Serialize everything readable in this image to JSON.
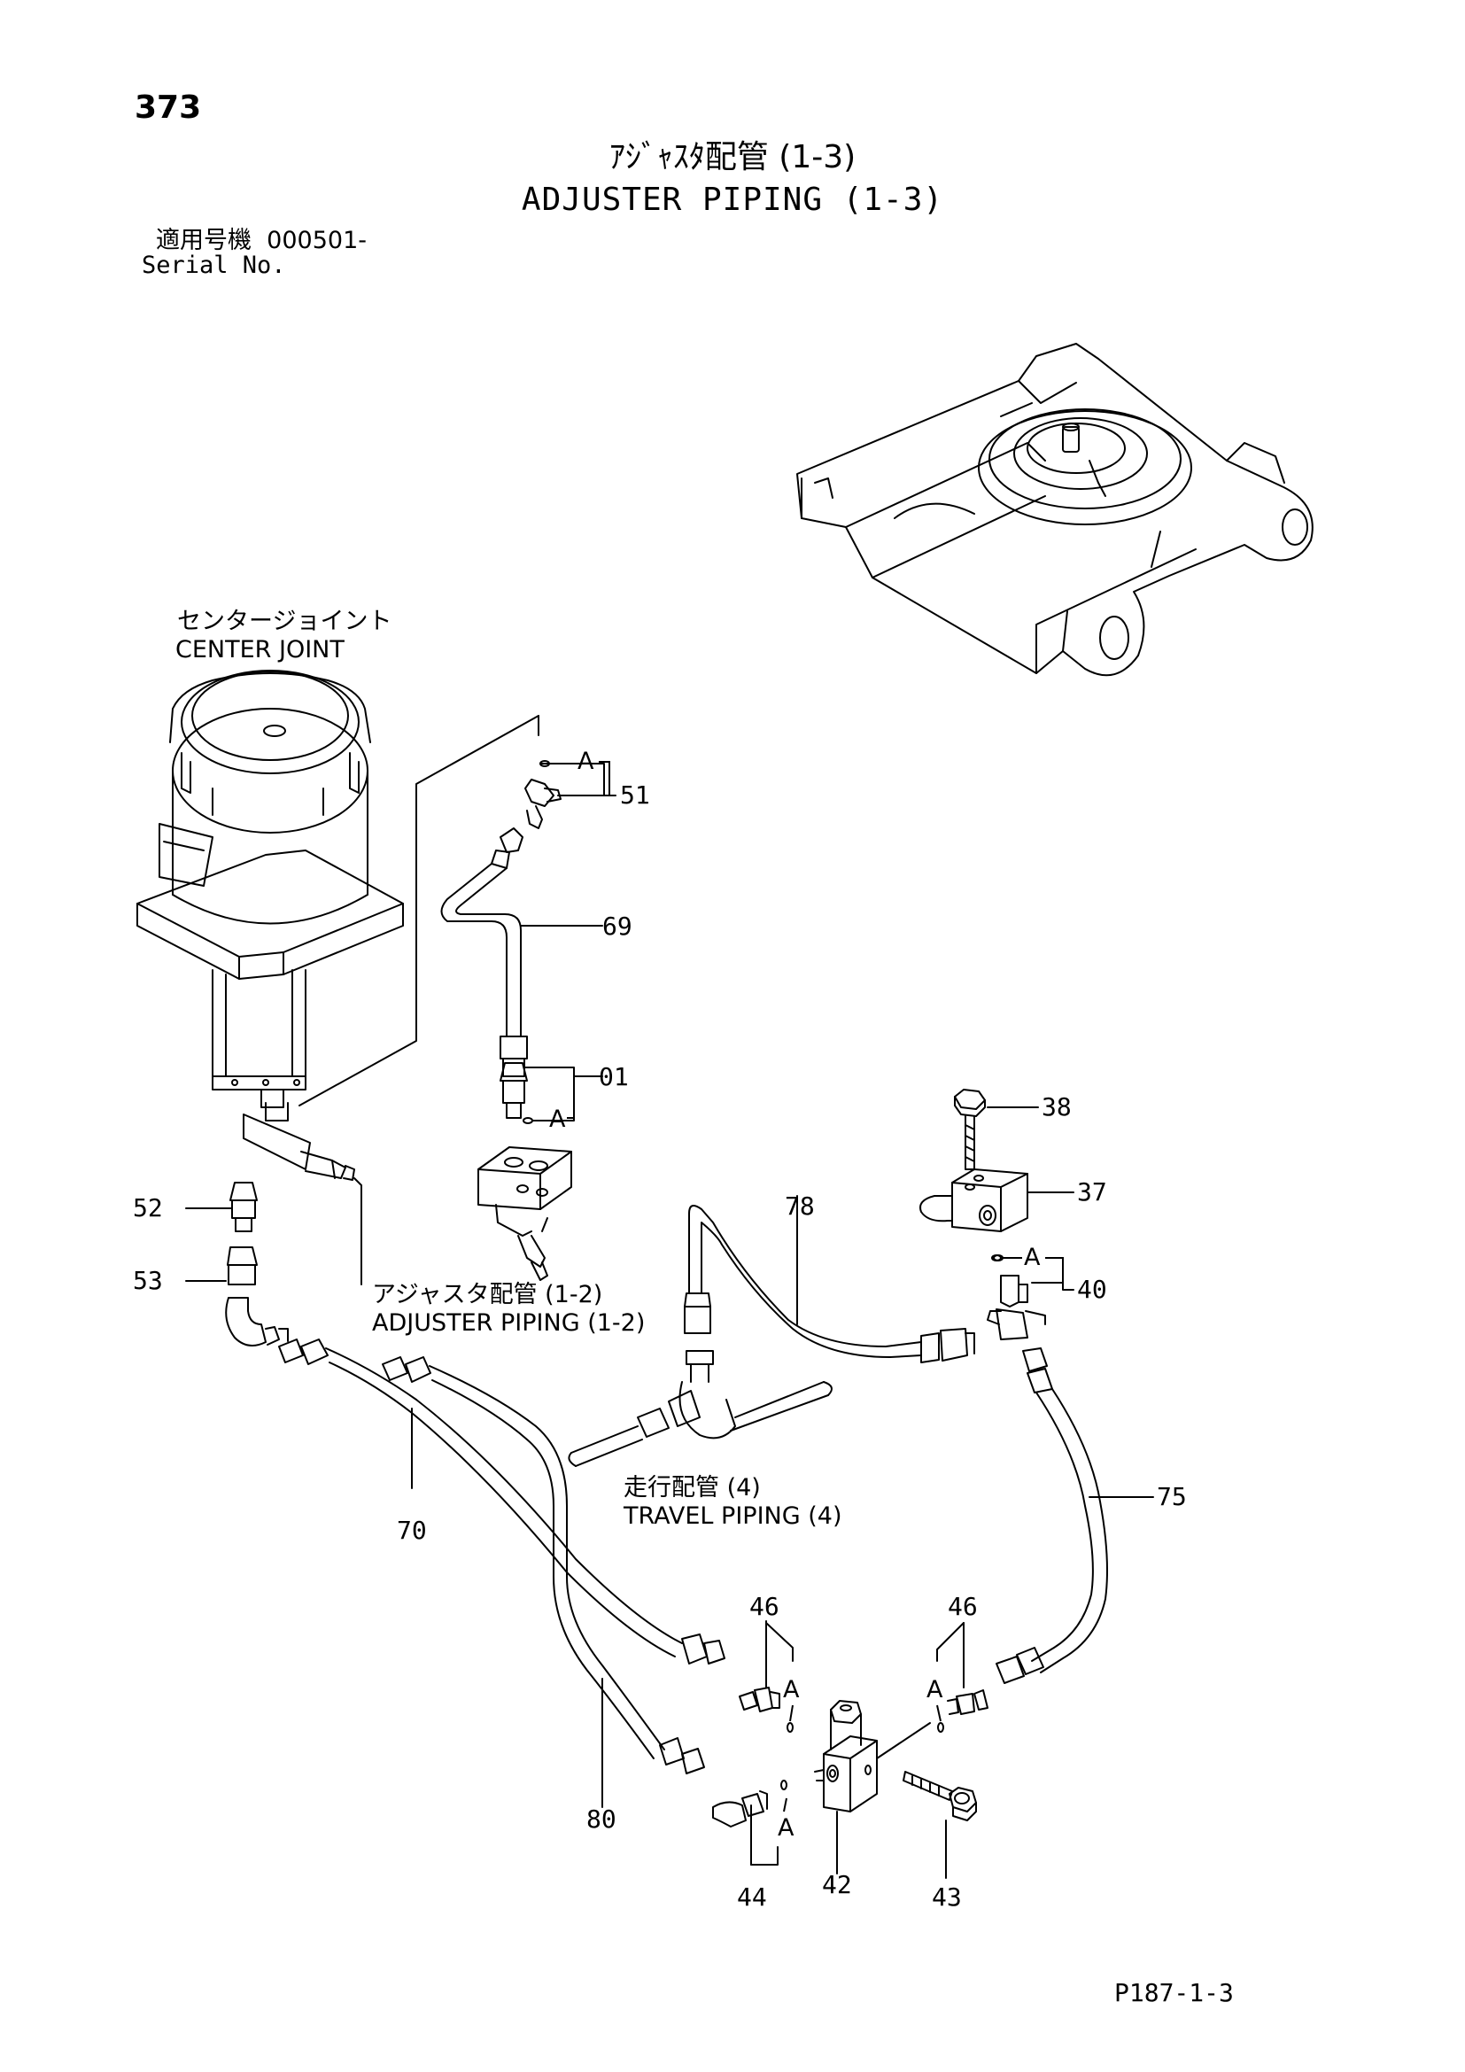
{
  "page_number": "373",
  "title": {
    "jp": "ｱｼﾞｬｽﾀ配管 (1-3)",
    "en": "ADJUSTER PIPING (1-3)"
  },
  "serial": {
    "jp_label": "適用号機",
    "value": "000501-",
    "en_label": "Serial No."
  },
  "callouts": {
    "center_joint_jp": "センタージョイント",
    "center_joint_en": "CENTER JOINT",
    "adjuster_jp": "アジャスタ配管 (1-2)",
    "adjuster_en": "ADJUSTER PIPING (1-2)",
    "travel_jp": "走行配管 (4)",
    "travel_en": "TRAVEL PIPING (4)"
  },
  "part_numbers": {
    "p51": "51",
    "p69": "69",
    "p01": "01",
    "p52": "52",
    "p53": "53",
    "p38": "38",
    "p37": "37",
    "p78": "78",
    "p40": "40",
    "p75": "75",
    "p70": "70",
    "p80": "80",
    "p46a": "46",
    "p46b": "46",
    "p44": "44",
    "p42": "42",
    "p43": "43"
  },
  "ref_markers": {
    "a1": "A",
    "a2": "A",
    "a3": "A",
    "a4": "A",
    "a5": "A",
    "a6": "A"
  },
  "footer_code": "P187-1-3"
}
